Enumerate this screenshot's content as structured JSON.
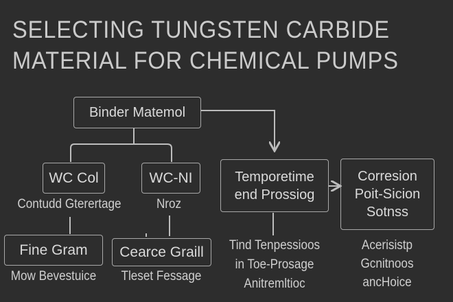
{
  "title": {
    "line1": "SELECTING TUNGSTEN CARBIDE",
    "line2": "MATERIAL FOR CHEMICAL PUMPS"
  },
  "nodes": {
    "binder": "Binder Matemol",
    "wc_col": "WC Col",
    "wc_ni": "WC-NI",
    "temperature": [
      "Temporetime",
      "end Prossiog"
    ],
    "corrosion": [
      "Corresion",
      "Poit-Sicion",
      "Sotnss"
    ],
    "fine_grain": "Fine Gram",
    "coarse_grain": "Cearce Graill"
  },
  "captions": {
    "wc_col": "Contudd Gterertage",
    "wc_ni": "Nroz",
    "fine_grain": "Mow Bevestuice",
    "coarse_grain": "Tleset Fessage",
    "temperature": [
      "Tind Tenpessioos",
      "in Toe-Prosage",
      "Anitremltioc"
    ],
    "corrosion": [
      "Acerisistp",
      "Gcnitnoos",
      "ancHoice"
    ]
  }
}
